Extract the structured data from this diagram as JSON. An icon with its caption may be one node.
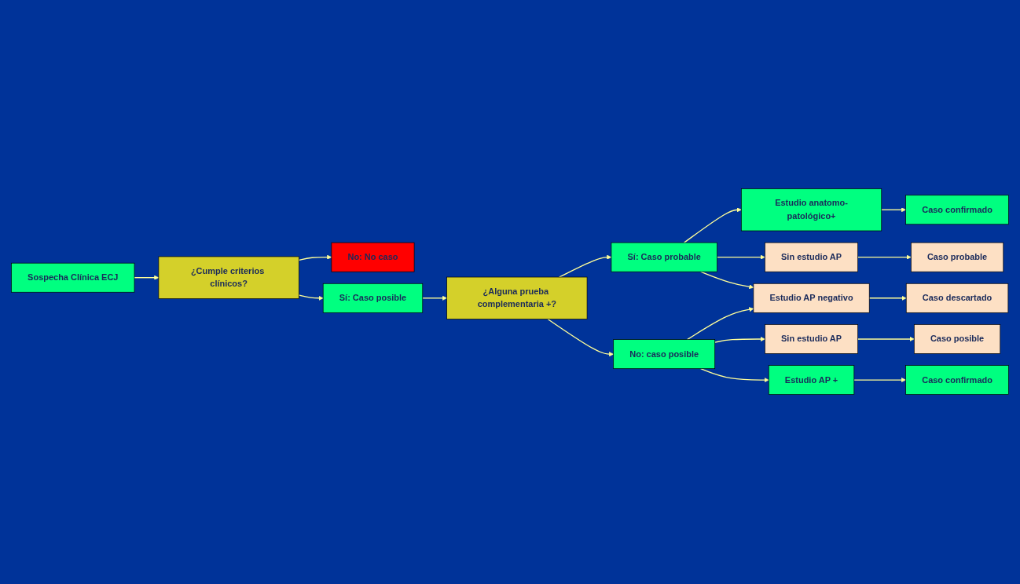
{
  "diagram": {
    "nodes": [
      {
        "text": [
          "Sospecha Clínica ECJ"
        ]
      },
      {
        "text": [
          "¿Cumple criterios clínicos?"
        ]
      },
      {
        "text": [
          "No: No caso"
        ]
      },
      {
        "text": [
          "Sí: Caso posible"
        ]
      },
      {
        "text": [
          "¿Alguna prueba complementaria +?"
        ]
      },
      {
        "text": [
          "Sí: Caso probable"
        ]
      },
      {
        "text": [
          "Estudio anatomo-patológico+"
        ]
      },
      {
        "text": [
          "Caso confirmado"
        ]
      },
      {
        "text": [
          "Sin estudio AP"
        ]
      },
      {
        "text": [
          "Caso probable"
        ]
      },
      {
        "text": [
          "Estudio AP negativo"
        ]
      },
      {
        "text": [
          "Caso descartado"
        ]
      },
      {
        "text": [
          "No: caso posible"
        ]
      },
      {
        "text": [
          "Sin estudio AP"
        ]
      },
      {
        "text": [
          "Caso posible"
        ]
      },
      {
        "text": [
          "Estudio AP +"
        ]
      },
      {
        "text": [
          "Caso confirmado"
        ]
      }
    ],
    "edges": [
      {
        "from": 0,
        "to": 1,
        "arrow": "to"
      },
      {
        "from": 1,
        "to": 2,
        "arrow": "to"
      },
      {
        "from": 1,
        "to": 3,
        "arrow": "to"
      },
      {
        "from": 3,
        "to": 4,
        "arrow": "to"
      },
      {
        "from": 4,
        "to": 5,
        "arrow": "to"
      },
      {
        "from": 4,
        "to": 12,
        "arrow": "to"
      },
      {
        "from": 5,
        "to": 6,
        "arrow": "to"
      },
      {
        "from": 5,
        "to": 8,
        "arrow": "to"
      },
      {
        "from": 5,
        "to": 10,
        "arrow": "to"
      },
      {
        "from": 12,
        "to": 10,
        "arrow": "to"
      },
      {
        "from": 12,
        "to": 13,
        "arrow": "to"
      },
      {
        "from": 12,
        "to": 15,
        "arrow": "to"
      },
      {
        "from": 6,
        "to": 7,
        "arrow": "to"
      },
      {
        "from": 8,
        "to": 9,
        "arrow": "to"
      },
      {
        "from": 10,
        "to": 11,
        "arrow": "to"
      },
      {
        "from": 13,
        "to": 14,
        "arrow": "to"
      },
      {
        "from": 15,
        "to": 16,
        "arrow": "to"
      }
    ]
  }
}
